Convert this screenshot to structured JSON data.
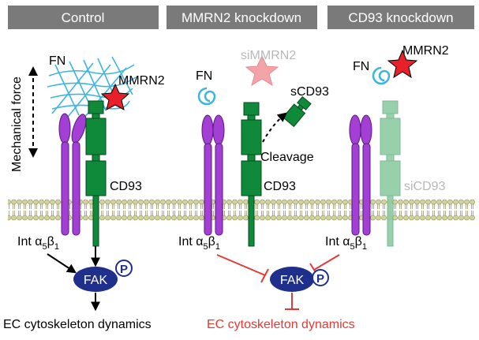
{
  "panels": {
    "control": {
      "title": "Control"
    },
    "mmrn2_kd": {
      "title": "MMRN2 knockdown"
    },
    "cd93_kd": {
      "title": "CD93 knockdown"
    }
  },
  "labels": {
    "mechanical_force": "Mechanical force",
    "fn": "FN",
    "mmrn2": "MMRN2",
    "simmrn2": "siMMRN2",
    "scd93": "sCD93",
    "cleavage": "Cleavage",
    "cd93": "CD93",
    "sicd93": "siCD93",
    "int_prefix": "Int ",
    "alpha": "α",
    "alpha_sub": "5",
    "beta": "β",
    "beta_sub": "1",
    "fak": "FAK",
    "p": "P",
    "ec_dynamics": "EC cytoskeleton dynamics",
    "ec_dynamics_inhibited": "EC cytoskeleton dynamics"
  },
  "colors": {
    "header_bg": "#7a7a7a",
    "integrin": "#a43fd6",
    "cd93": "#0e8a3a",
    "cd93_faded": "#8fcca4",
    "fak": "#1f2f8c",
    "mmrn2": "#e8202a",
    "mmrn2_faded": "#f2a4a8",
    "fn": "#3fb4e0",
    "inhibit": "#e53935",
    "membrane": "#d4d49a"
  }
}
